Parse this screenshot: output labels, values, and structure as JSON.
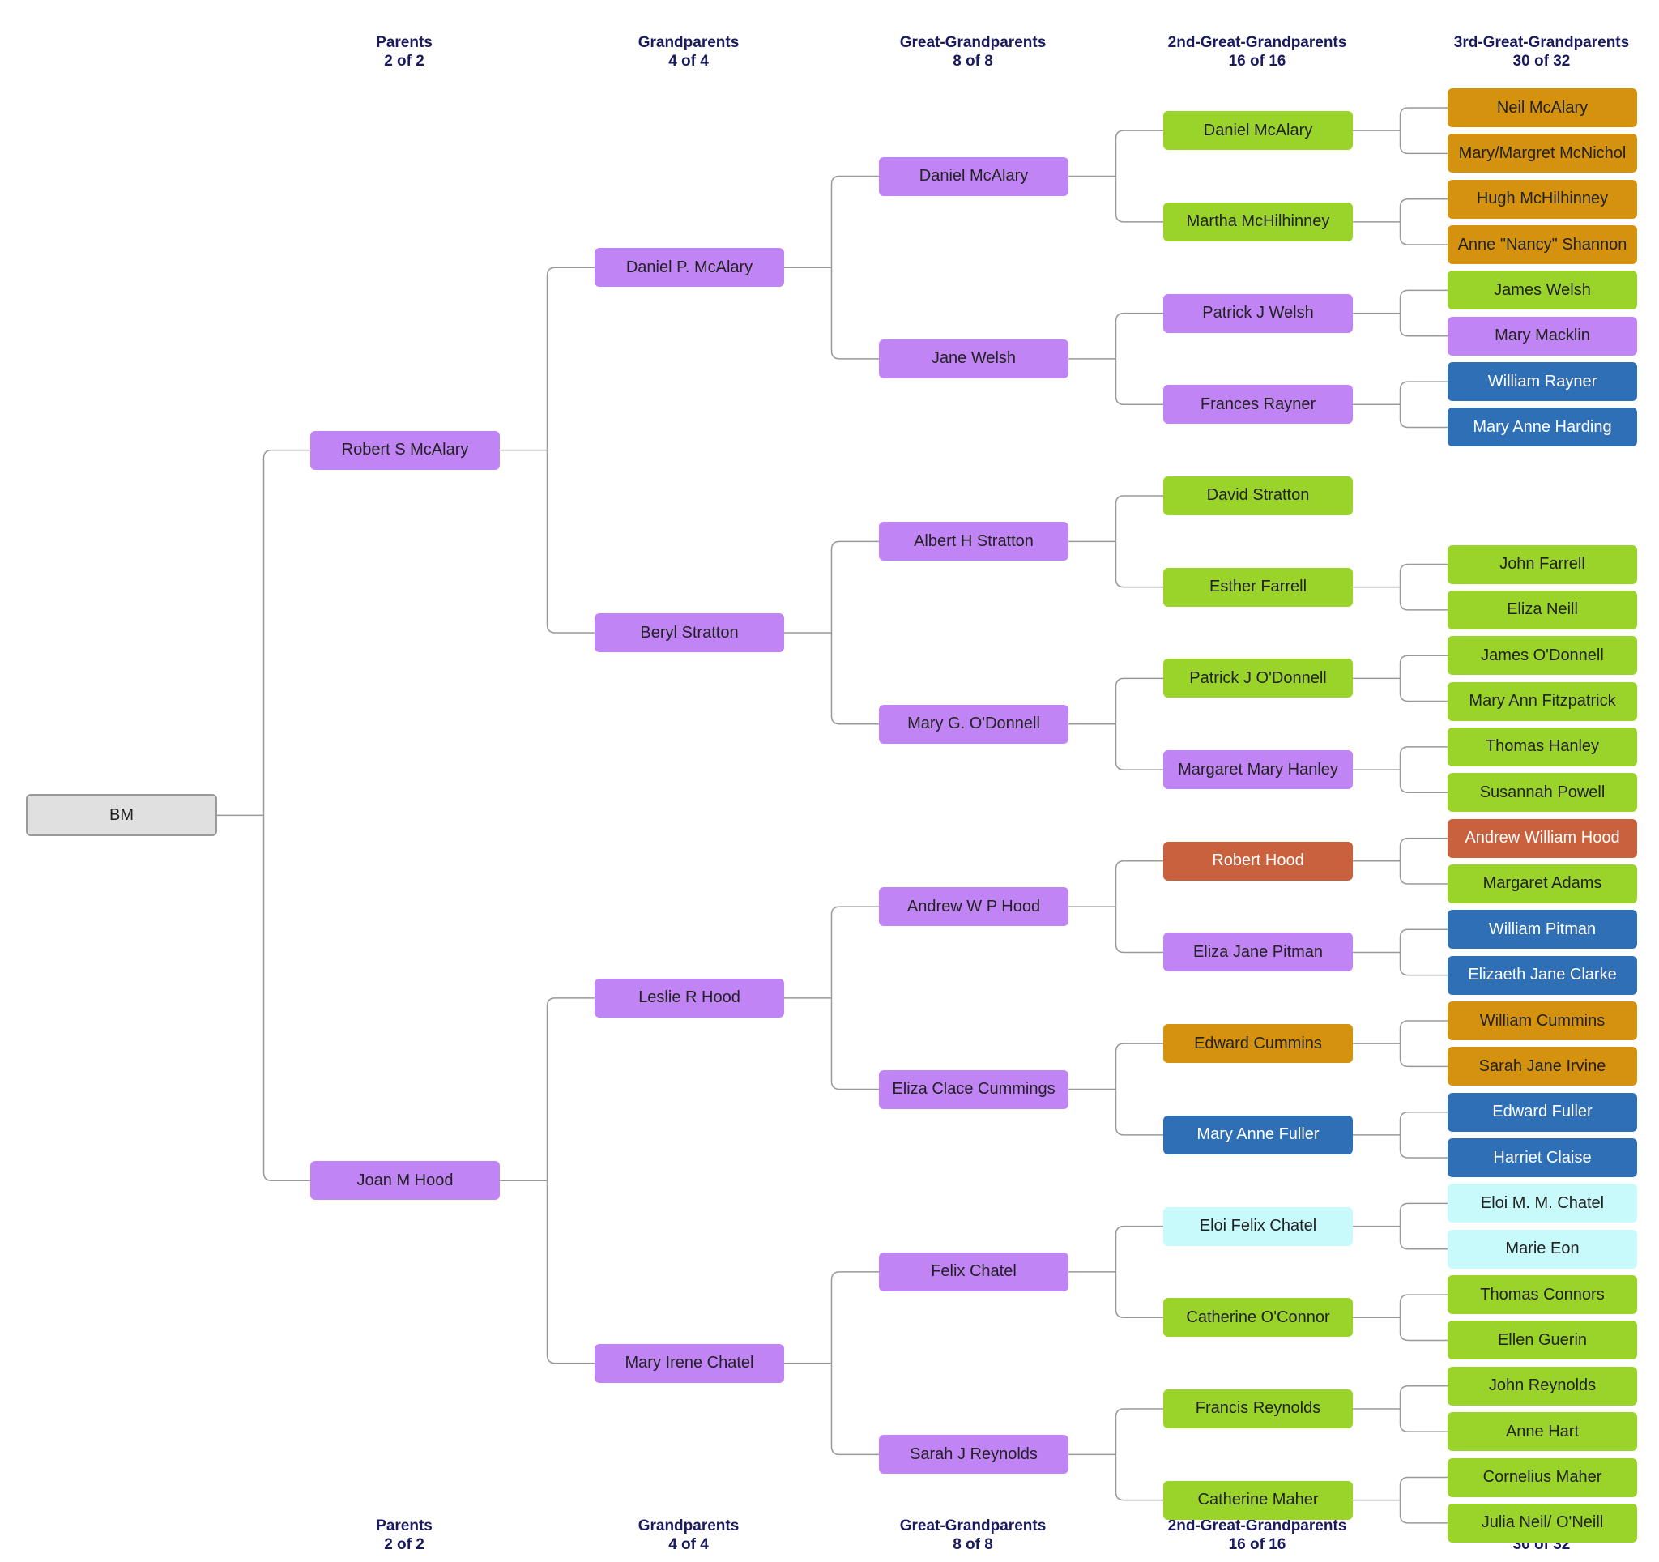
{
  "colors": {
    "purple": "#c084f5",
    "green": "#9ad42b",
    "orange": "#d4920f",
    "blue": "#2f6fb5",
    "red": "#c9613f",
    "cyan": "#c8fafc",
    "grey": "#e0e0e0",
    "line": "#999999",
    "header_text": "#1a1a5e"
  },
  "headers": [
    {
      "title": "Parents",
      "count": "2 of 2"
    },
    {
      "title": "Grandparents",
      "count": "4 of 4"
    },
    {
      "title": "Great-Grandparents",
      "count": "8 of 8"
    },
    {
      "title": "2nd-Great-Grandparents",
      "count": "16 of 16"
    },
    {
      "title": "3rd-Great-Grandparents",
      "count": "30 of 32"
    }
  ],
  "root": {
    "name": "BM",
    "color": "grey"
  },
  "people": [
    {
      "name": "Robert S McAlary",
      "color": "purple",
      "parents": [
        {
          "name": "Daniel P. McAlary",
          "color": "purple",
          "parents": [
            {
              "name": "Daniel McAlary",
              "color": "purple",
              "parents": [
                {
                  "name": "Daniel McAlary",
                  "color": "green",
                  "parents": [
                    {
                      "name": "Neil McAlary",
                      "color": "orange"
                    },
                    {
                      "name": "Mary/Margret McNichol",
                      "color": "orange"
                    }
                  ]
                },
                {
                  "name": "Martha McHilhinney",
                  "color": "green",
                  "parents": [
                    {
                      "name": "Hugh McHilhinney",
                      "color": "orange"
                    },
                    {
                      "name": "Anne \"Nancy\" Shannon",
                      "color": "orange"
                    }
                  ]
                }
              ]
            },
            {
              "name": "Jane Welsh",
              "color": "purple",
              "parents": [
                {
                  "name": "Patrick J Welsh",
                  "color": "purple",
                  "parents": [
                    {
                      "name": "James Welsh",
                      "color": "green"
                    },
                    {
                      "name": "Mary Macklin",
                      "color": "purple"
                    }
                  ]
                },
                {
                  "name": "Frances Rayner",
                  "color": "purple",
                  "parents": [
                    {
                      "name": "William Rayner",
                      "color": "blue"
                    },
                    {
                      "name": "Mary Anne Harding",
                      "color": "blue"
                    }
                  ]
                }
              ]
            }
          ]
        },
        {
          "name": "Beryl Stratton",
          "color": "purple",
          "parents": [
            {
              "name": "Albert H Stratton",
              "color": "purple",
              "parents": [
                {
                  "name": "David Stratton",
                  "color": "green",
                  "parents": []
                },
                {
                  "name": "Esther Farrell",
                  "color": "green",
                  "parents": [
                    {
                      "name": "John Farrell",
                      "color": "green"
                    },
                    {
                      "name": "Eliza Neill",
                      "color": "green"
                    }
                  ]
                }
              ]
            },
            {
              "name": "Mary G. O'Donnell",
              "color": "purple",
              "parents": [
                {
                  "name": "Patrick J O'Donnell",
                  "color": "green",
                  "parents": [
                    {
                      "name": "James O'Donnell",
                      "color": "green"
                    },
                    {
                      "name": "Mary Ann Fitzpatrick",
                      "color": "green"
                    }
                  ]
                },
                {
                  "name": "Margaret Mary Hanley",
                  "color": "purple",
                  "parents": [
                    {
                      "name": "Thomas Hanley",
                      "color": "green"
                    },
                    {
                      "name": "Susannah Powell",
                      "color": "green"
                    }
                  ]
                }
              ]
            }
          ]
        }
      ]
    },
    {
      "name": "Joan M Hood",
      "color": "purple",
      "parents": [
        {
          "name": "Leslie R Hood",
          "color": "purple",
          "parents": [
            {
              "name": "Andrew W P Hood",
              "color": "purple",
              "parents": [
                {
                  "name": "Robert Hood",
                  "color": "red",
                  "parents": [
                    {
                      "name": "Andrew William Hood",
                      "color": "red"
                    },
                    {
                      "name": "Margaret Adams",
                      "color": "green"
                    }
                  ]
                },
                {
                  "name": "Eliza Jane Pitman",
                  "color": "purple",
                  "parents": [
                    {
                      "name": "William Pitman",
                      "color": "blue"
                    },
                    {
                      "name": "Elizaeth Jane Clarke",
                      "color": "blue"
                    }
                  ]
                }
              ]
            },
            {
              "name": "Eliza Clace Cummings",
              "color": "purple",
              "parents": [
                {
                  "name": "Edward Cummins",
                  "color": "orange",
                  "parents": [
                    {
                      "name": "William Cummins",
                      "color": "orange"
                    },
                    {
                      "name": "Sarah Jane Irvine",
                      "color": "orange"
                    }
                  ]
                },
                {
                  "name": "Mary Anne Fuller",
                  "color": "blue",
                  "parents": [
                    {
                      "name": "Edward Fuller",
                      "color": "blue"
                    },
                    {
                      "name": "Harriet Claise",
                      "color": "blue"
                    }
                  ]
                }
              ]
            }
          ]
        },
        {
          "name": "Mary Irene Chatel",
          "color": "purple",
          "parents": [
            {
              "name": "Felix Chatel",
              "color": "purple",
              "parents": [
                {
                  "name": "Eloi Felix Chatel",
                  "color": "cyan",
                  "parents": [
                    {
                      "name": "Eloi M. M. Chatel",
                      "color": "cyan"
                    },
                    {
                      "name": "Marie Eon",
                      "color": "cyan"
                    }
                  ]
                },
                {
                  "name": "Catherine O'Connor",
                  "color": "green",
                  "parents": [
                    {
                      "name": "Thomas Connors",
                      "color": "green"
                    },
                    {
                      "name": "Ellen Guerin",
                      "color": "green"
                    }
                  ]
                }
              ]
            },
            {
              "name": "Sarah J Reynolds",
              "color": "purple",
              "parents": [
                {
                  "name": "Francis Reynolds",
                  "color": "green",
                  "parents": [
                    {
                      "name": "John Reynolds",
                      "color": "green"
                    },
                    {
                      "name": "Anne Hart",
                      "color": "green"
                    }
                  ]
                },
                {
                  "name": "Catherine Maher",
                  "color": "green",
                  "parents": [
                    {
                      "name": "Cornelius Maher",
                      "color": "green"
                    },
                    {
                      "name": "Julia Neil/ O'Neill",
                      "color": "green"
                    }
                  ]
                }
              ]
            }
          ]
        }
      ]
    }
  ]
}
